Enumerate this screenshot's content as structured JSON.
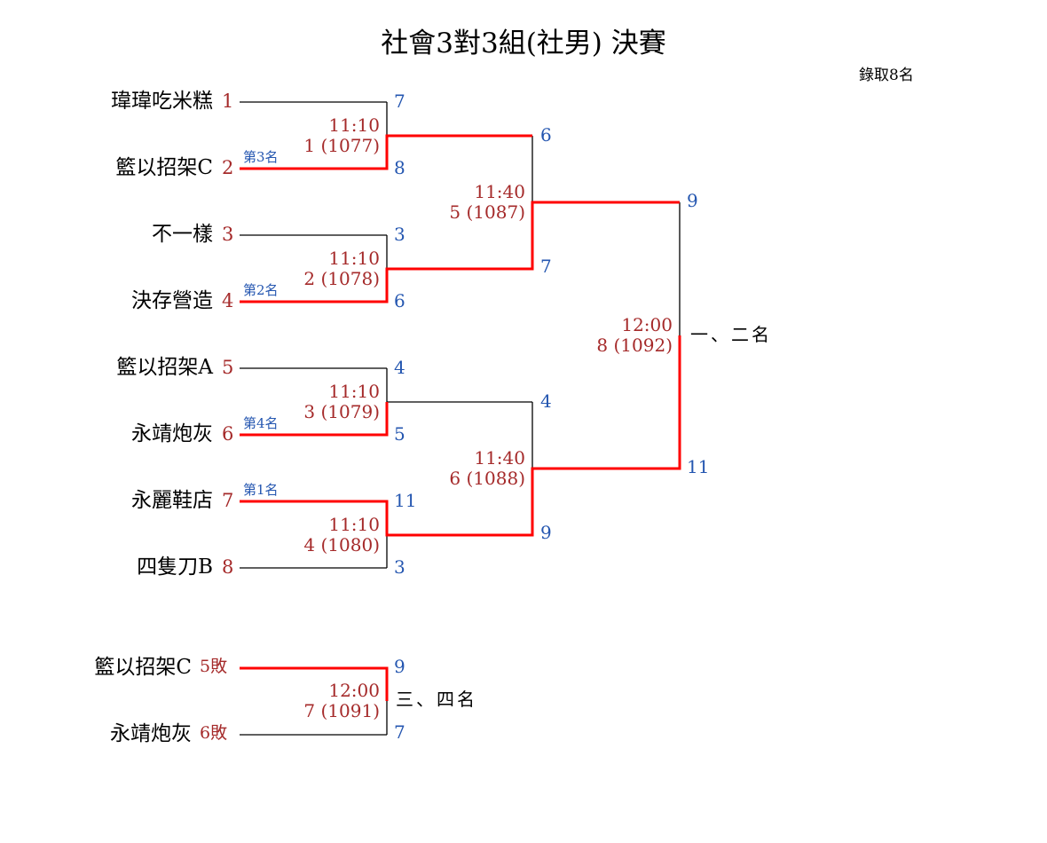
{
  "title": "社會3對3組(社男) 決賽",
  "note": "錄取8名",
  "teams": [
    {
      "name": "瑋瑋吃米糕",
      "seed": "1"
    },
    {
      "name": "籃以招架C",
      "seed": "2",
      "rank": "第3名"
    },
    {
      "name": "不一樣",
      "seed": "3"
    },
    {
      "name": "決存營造",
      "seed": "4",
      "rank": "第2名"
    },
    {
      "name": "籃以招架A",
      "seed": "5"
    },
    {
      "name": "永靖炮灰",
      "seed": "6",
      "rank": "第4名"
    },
    {
      "name": "永麗鞋店",
      "seed": "7",
      "rank": "第1名"
    },
    {
      "name": "四隻刀B",
      "seed": "8"
    }
  ],
  "round1": [
    {
      "time": "11:10",
      "match": "1 (1077)",
      "top_score": "7",
      "bottom_score": "8"
    },
    {
      "time": "11:10",
      "match": "2 (1078)",
      "top_score": "3",
      "bottom_score": "6"
    },
    {
      "time": "11:10",
      "match": "3 (1079)",
      "top_score": "4",
      "bottom_score": "5"
    },
    {
      "time": "11:10",
      "match": "4 (1080)",
      "top_score": "11",
      "bottom_score": "3"
    }
  ],
  "round2": [
    {
      "time": "11:40",
      "match": "5 (1087)",
      "top_score": "6",
      "bottom_score": "7"
    },
    {
      "time": "11:40",
      "match": "6 (1088)",
      "top_score": "4",
      "bottom_score": "9"
    }
  ],
  "final": {
    "time": "12:00",
    "match": "8 (1092)",
    "top_score": "9",
    "bottom_score": "11",
    "place": "一、二名"
  },
  "third_place": {
    "top": {
      "name": "籃以招架C",
      "seed": "5敗",
      "score": "9"
    },
    "bottom": {
      "name": "永靖炮灰",
      "seed": "6敗",
      "score": "7"
    },
    "time": "12:00",
    "match": "7 (1091)",
    "place": "三、四名"
  },
  "colors": {
    "winner_line": "#ff0000",
    "line": "#000000",
    "seed": "#a52a2a",
    "score": "#2456b0"
  }
}
